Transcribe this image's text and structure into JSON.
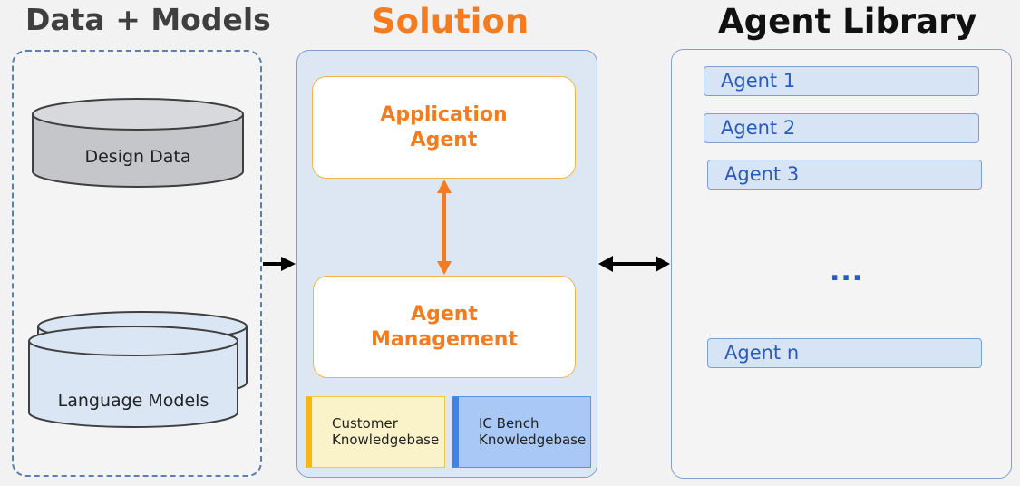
{
  "headings": {
    "data_models": "Data + Models",
    "solution": "Solution",
    "agent_library": "Agent Library"
  },
  "data_models": {
    "design_data": "Design  Data",
    "language_models": "Language Models"
  },
  "solution": {
    "application_agent": [
      "Application",
      "Agent"
    ],
    "agent_management": [
      "Agent",
      "Management"
    ],
    "knowledgebases": [
      {
        "line1": "Customer",
        "line2": "Knowledgebase"
      },
      {
        "line1": "IC Bench",
        "line2": "Knowledgebase"
      }
    ]
  },
  "agent_library": {
    "agents": [
      "Agent 1",
      "Agent 2",
      "Agent 3",
      "Agent n"
    ],
    "ellipsis": "..."
  },
  "colors": {
    "orange_accent": "#f47c20",
    "blue_text": "#2b5bb8",
    "panel_border": "#7f9fcf",
    "customer_kb_bar": "#f5b80c",
    "ic_kb_bar": "#3f82ea"
  }
}
